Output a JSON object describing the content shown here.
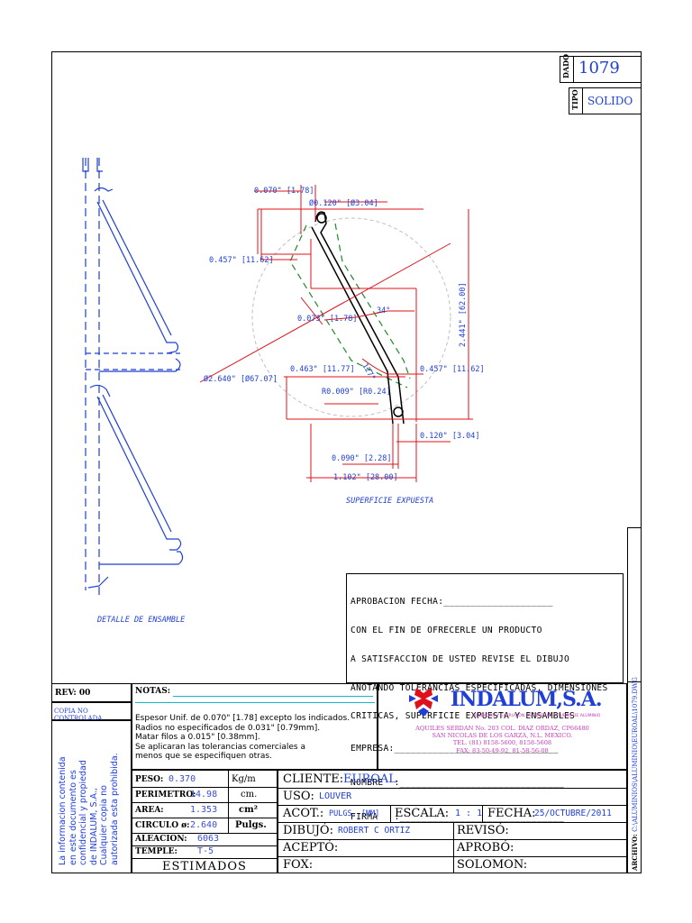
{
  "header": {
    "dado_label": "DADO",
    "dado_value": "1079",
    "tipo_label": "TIPO",
    "tipo_value": "SOLIDO"
  },
  "drawing": {
    "dimensions": [
      "0.070\" [1.78]",
      "Ø0.120\" [Ø3.04]",
      "0.457\" [11.62]",
      "0.073\" [1.78]",
      "34°",
      "2.441\" [62.00]",
      "127°",
      "0.463\" [11.77]",
      "0.457\" [11.62]",
      "Ø2.640\" [Ø67.07]",
      "R0.009\" [R0.24]",
      "0.120\" [3.04]",
      "0.090\" [2.28]",
      "1.102\" [28.00]"
    ],
    "exposed_surface_label": "SUPERFICIE EXPUESTA",
    "assembly_detail_label": "DETALLE DE ENSAMBLE"
  },
  "approval": {
    "lines": [
      "APROBACION FECHA:____________________",
      "CON EL FIN DE OFRECERLE UN PRODUCTO",
      "A SATISFACCION DE USTED REVISE EL DIBUJO",
      "ANOTANDO TOLERANCIAS ESPECIFICADAS, DIMENSIONES",
      "CRITICAS, SUPERFICIE EXPUESTA Y ENSAMBLES",
      "EMPRESA:______________________________",
      "NOMBRE  :______________________________",
      "FIRMA   :______________________________"
    ]
  },
  "title_block": {
    "rev": "REV: 00",
    "copia_no_controlada": "COPIA NO CONTROLADA",
    "confidential_lines": [
      "La informacion contenida",
      "en este documento es",
      "confidencial y propiedad",
      "de INDALUM, S.A.,",
      "Cualquier copia no",
      "autorizada esta prohibida."
    ],
    "notas_label": "NOTAS:",
    "notes_lines": [
      "Espesor Unif. de 0.070\" [1.78]  excepto los indicados.",
      "Radios no especificados de 0.031\" [0.79mm].",
      "Matar filos a 0.015\" [0.38mm].",
      "Se aplicaran las tolerancias comerciales a",
      "menos que se especifiquen otras."
    ],
    "props": [
      {
        "label": "PESO:",
        "value": "0.370",
        "unit": "Kg/m"
      },
      {
        "label": "PERIMETRO:",
        "value": "14.98",
        "unit": "cm."
      },
      {
        "label": "AREA:",
        "value": "1.353",
        "unit": "cm²"
      },
      {
        "label": "CIRCULO ø:",
        "value": "2.640",
        "unit": "Pulgs."
      },
      {
        "label": "ALEACION:",
        "value": "6063",
        "unit": ""
      },
      {
        "label": "TEMPLE:",
        "value": "T-5",
        "unit": ""
      }
    ],
    "estimados": "ESTIMADOS",
    "company": {
      "name": "INDALUM,S.A.",
      "tagline": "FUNDICION Y EXTRUSION DE PERFILES Y TUBOS DE ALUMINIO",
      "address_lines": [
        "AQUILES SERDAN No. 203 COL. DIAZ ORDAZ, CP66480",
        "SAN NICOLAS DE LOS GARZA, N.L. MEXICO.",
        "TEL. (81) 8158-5600, 8158-5608",
        "FAX: 83-50-49-92, 81-58-56-08"
      ]
    },
    "cliente_label": "CLIENTE:",
    "cliente_value": "EUROAL",
    "uso_label": "USO:",
    "uso_value": "LOUVER",
    "acot_label": "ACOT.:",
    "acot_value": "PULGS. [MM]",
    "escala_label": "ESCALA:",
    "escala_value": "1 : 1",
    "fecha_label": "FECHA:",
    "fecha_value": "25/OCTUBRE/2011",
    "dibujo_label": "DIBUJÓ:",
    "dibujo_value": "ROBERT C ORTIZ",
    "reviso_label": "REVISÓ:",
    "acepto_label": "ACEPTÓ:",
    "aprobo_label": "APROBÓ:",
    "fox_label": "FOX:",
    "solomon_label": "SOLOMON:",
    "archivo_label": "ARCHIVO:",
    "archivo_value": "C:\\ALUMINIOS\\ALUMINIO\\EUROAL\\1079.DWG"
  },
  "colors": {
    "blue": "#1f3fd6",
    "red": "#e0101a",
    "green": "#1e8a2a",
    "cyan": "#19b6c9",
    "magenta": "#c23bb7"
  }
}
